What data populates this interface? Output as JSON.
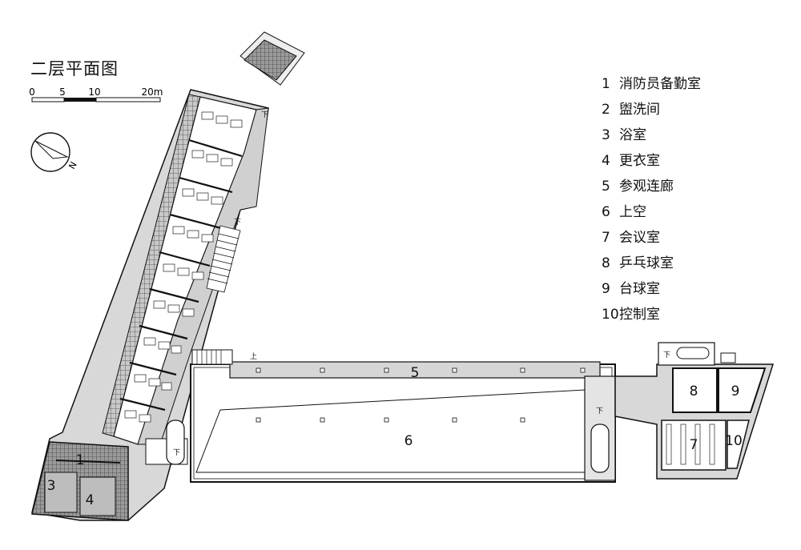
{
  "plan": {
    "title": "二层平面图",
    "scale": {
      "ticks": [
        "0",
        "5",
        "10",
        "20m"
      ]
    },
    "north": {
      "label": "N"
    },
    "stair_marks": [
      "下",
      "下",
      "下",
      "上",
      "下",
      "下"
    ],
    "room_labels": [
      {
        "num": "1"
      },
      {
        "num": "3"
      },
      {
        "num": "4"
      },
      {
        "num": "5"
      },
      {
        "num": "6"
      },
      {
        "num": "7"
      },
      {
        "num": "8"
      },
      {
        "num": "9"
      },
      {
        "num": "10"
      }
    ]
  },
  "legend": [
    {
      "num": "1",
      "label": "消防员备勤室"
    },
    {
      "num": "2",
      "label": "盥洗间"
    },
    {
      "num": "3",
      "label": "浴室"
    },
    {
      "num": "4",
      "label": "更衣室"
    },
    {
      "num": "5",
      "label": "参观连廊"
    },
    {
      "num": "6",
      "label": "上空"
    },
    {
      "num": "7",
      "label": "会议室"
    },
    {
      "num": "8",
      "label": "乒乓球室"
    },
    {
      "num": "9",
      "label": "台球室"
    },
    {
      "num": "10",
      "label": "控制室"
    }
  ]
}
